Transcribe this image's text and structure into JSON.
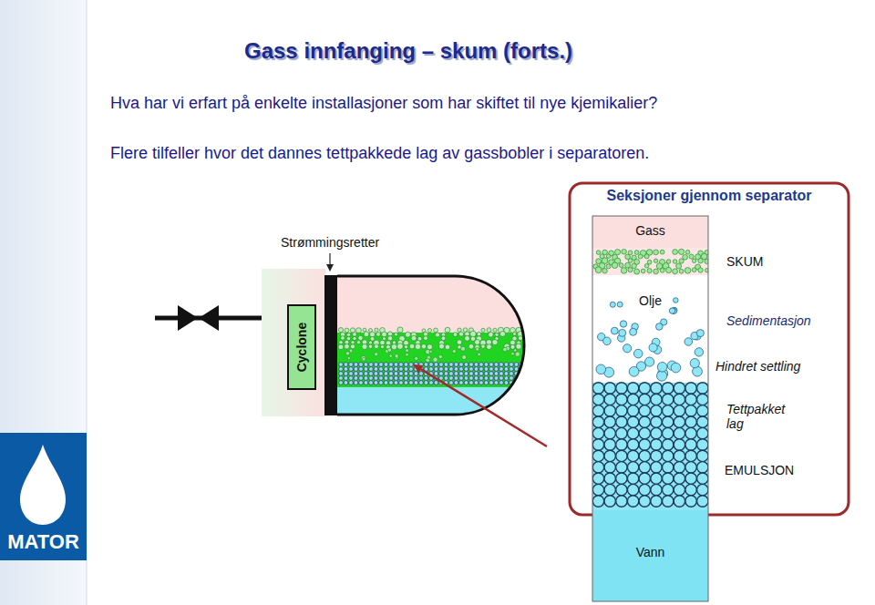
{
  "diagram": {
    "title": "Gass innfanging – skum (forts.)",
    "nodes": [
      {
        "text": [
          "Seksjoner gjennom separator"
        ]
      },
      {
        "text": [
          "Gass"
        ],
        "in": 0
      },
      {
        "text": [
          "Olje"
        ],
        "in": 0
      },
      {
        "text": [
          "Vann"
        ],
        "in": 0
      },
      {
        "text": [
          "Cyclone"
        ]
      },
      {
        "text": [
          "MATOR"
        ]
      }
    ],
    "labels": [
      "Hva har vi erfart på enkelte installasjoner som har skiftet til nye kjemikalier?",
      "Flere tilfeller hvor det dannes tettpakkede lag av gassbobler i separatoren.",
      "Strømmingsretter",
      "SKUM",
      "Sedimentasjon",
      "Hindret settling",
      "Tettpakket lag",
      "EMULSJON"
    ]
  }
}
